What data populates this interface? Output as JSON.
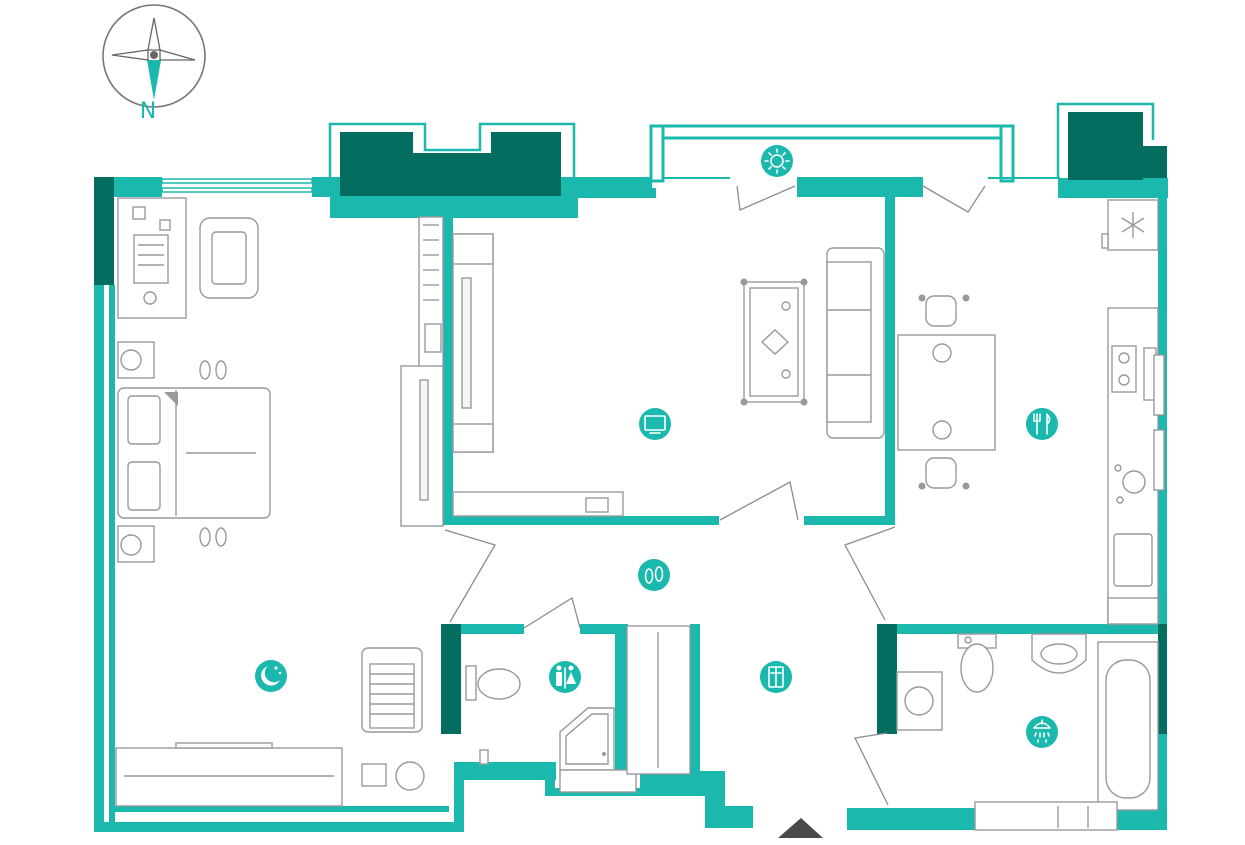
{
  "compass": {
    "label": "N",
    "icon": "compass-icon"
  },
  "colors": {
    "wall": "#1ab8ad",
    "structure": "#036d60",
    "furniture": "#999999",
    "background": "#ffffff"
  },
  "rooms": [
    {
      "id": "bedroom",
      "icon": "moon-stars-icon"
    },
    {
      "id": "living-room",
      "icon": "tv-icon"
    },
    {
      "id": "kitchen-dining",
      "icon": "fork-knife-icon"
    },
    {
      "id": "hallway",
      "icon": "slippers-icon"
    },
    {
      "id": "wc",
      "icon": "restroom-icon"
    },
    {
      "id": "wardrobe",
      "icon": "closet-icon"
    },
    {
      "id": "bathroom",
      "icon": "shower-icon"
    },
    {
      "id": "balcony",
      "icon": "sun-icon"
    },
    {
      "id": "fridge",
      "icon": "snowflake-icon"
    }
  ],
  "entrance": {
    "icon": "entrance-arrow-icon"
  }
}
